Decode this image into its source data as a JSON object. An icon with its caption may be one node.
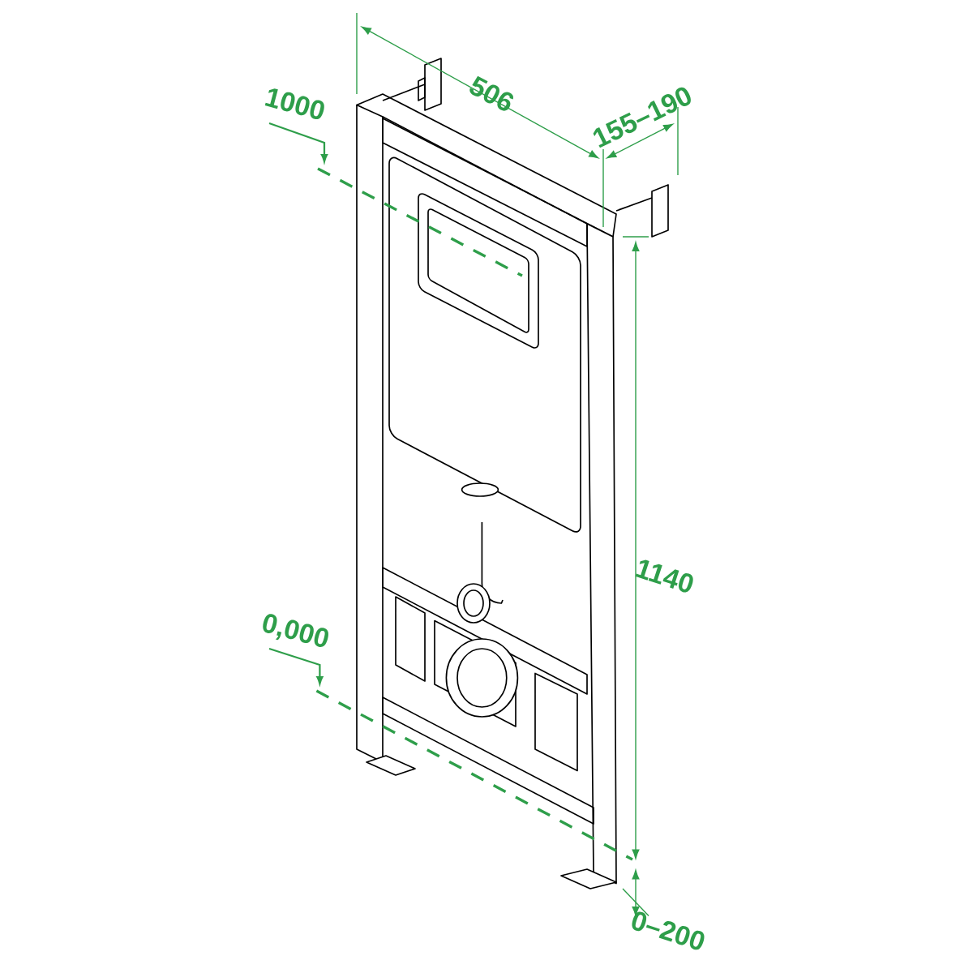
{
  "diagram": {
    "labels": [
      "506",
      "1000",
      "155–190",
      "1140",
      "0,000",
      "0–200"
    ]
  }
}
